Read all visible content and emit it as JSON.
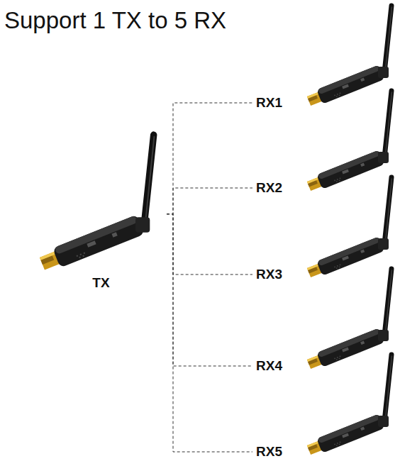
{
  "diagram": {
    "title": "Support 1 TX to 5 RX",
    "nodes": [
      {
        "text": [
          "TX"
        ]
      },
      {
        "text": [
          "RX1"
        ]
      },
      {
        "text": [
          "RX2"
        ]
      },
      {
        "text": [
          "RX3"
        ]
      },
      {
        "text": [
          "RX4"
        ]
      },
      {
        "text": [
          "RX5"
        ]
      }
    ],
    "edges": [
      {
        "from": 0,
        "to": 1,
        "arrow": "none"
      },
      {
        "from": 0,
        "to": 2,
        "arrow": "none"
      },
      {
        "from": 0,
        "to": 3,
        "arrow": "none"
      },
      {
        "from": 0,
        "to": 4,
        "arrow": "none"
      },
      {
        "from": 0,
        "to": 5,
        "arrow": "none"
      }
    ]
  }
}
